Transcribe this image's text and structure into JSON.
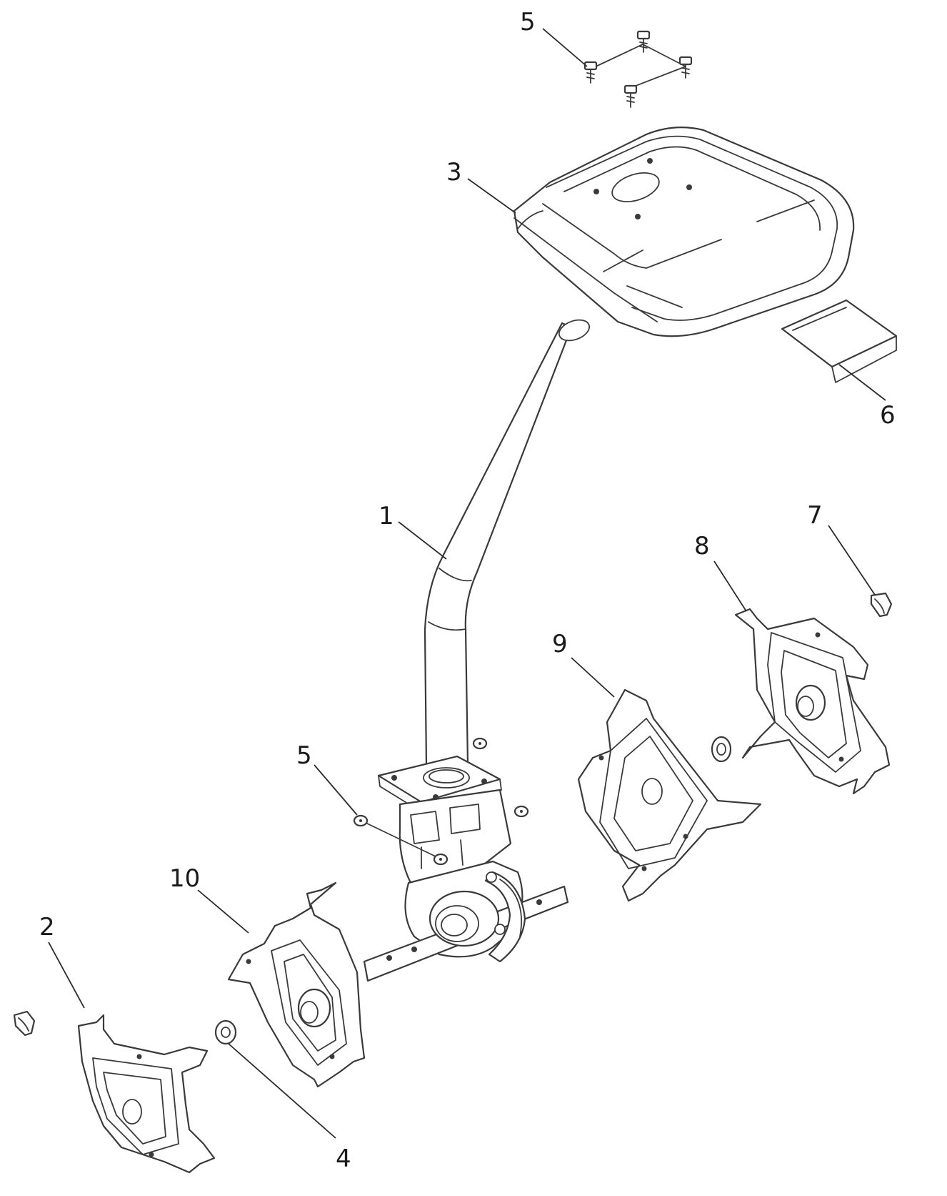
{
  "callouts": {
    "c1": "1",
    "c2": "2",
    "c3": "3",
    "c4": "4",
    "c5_top": "5",
    "c5_mid": "5",
    "c6": "6",
    "c7": "7",
    "c8": "8",
    "c9": "9",
    "c10": "10"
  },
  "colors": {
    "line": "#3a3a3a",
    "background": "#ffffff"
  }
}
